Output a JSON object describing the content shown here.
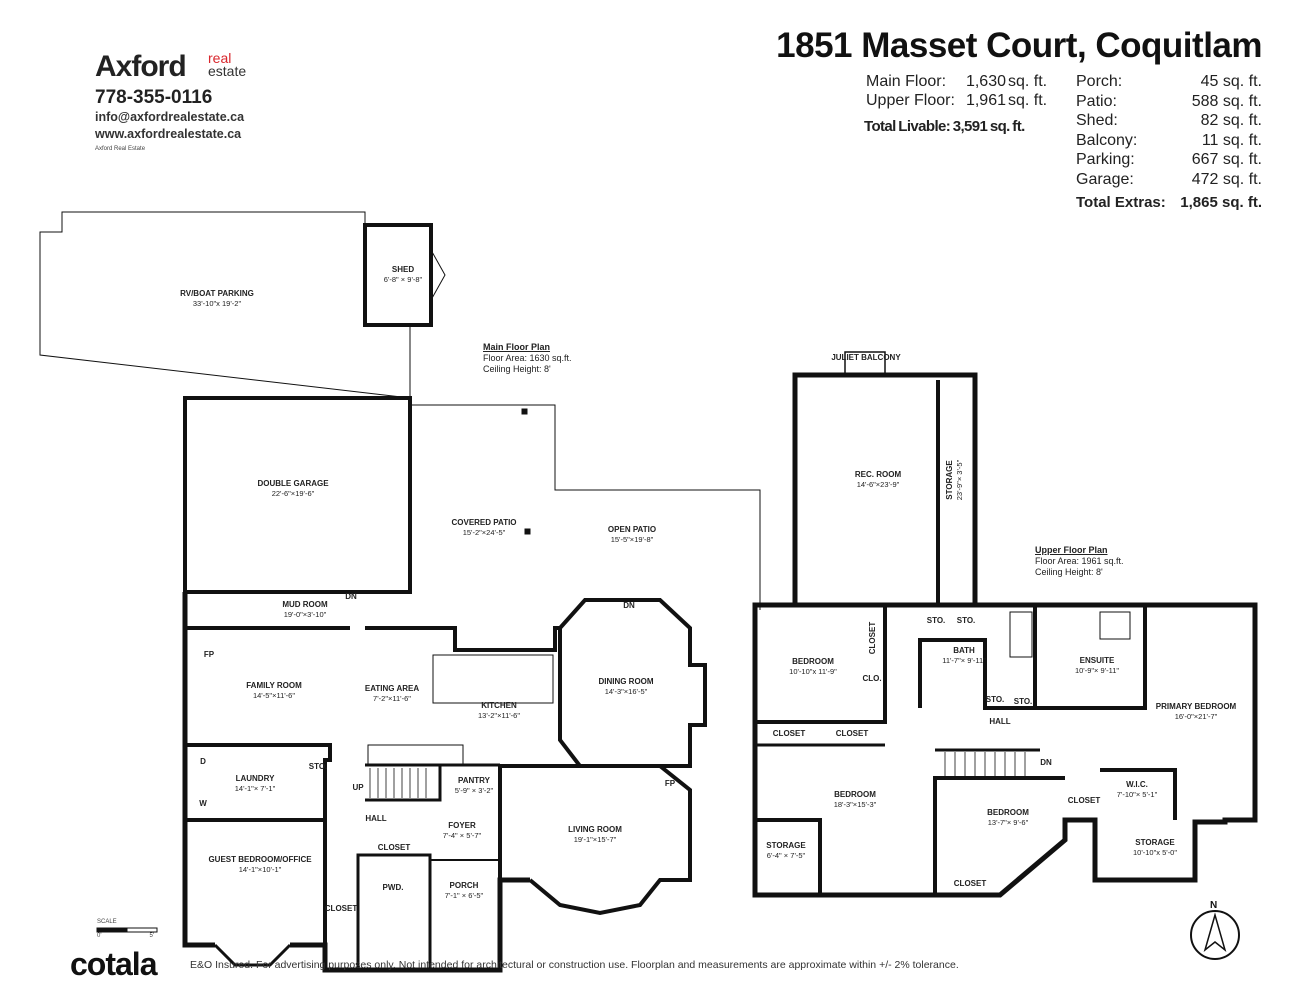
{
  "agency": {
    "logo_text": "Axford",
    "logo_sub_1": "real",
    "logo_sub_2": "estate",
    "phone": "778-355-0116",
    "email": "info@axfordrealestate.ca",
    "website": "www.axfordrealestate.ca",
    "brokerage": "Axford Real Estate",
    "brand_color": "#d9262c"
  },
  "property": {
    "address": "1851 Masset Court, Coquitlam",
    "livable": [
      {
        "label": "Main Floor:",
        "value": "1,630",
        "unit": "sq. ft."
      },
      {
        "label": "Upper Floor:",
        "value": "1,961",
        "unit": "sq. ft."
      }
    ],
    "total_livable": {
      "label": "Total Livable:",
      "value": "3,591 sq. ft."
    },
    "extras": [
      {
        "label": "Porch:",
        "value": "45 sq. ft."
      },
      {
        "label": "Patio:",
        "value": "588 sq. ft."
      },
      {
        "label": "Shed:",
        "value": "82 sq. ft."
      },
      {
        "label": "Balcony:",
        "value": "11 sq. ft."
      },
      {
        "label": "Parking:",
        "value": "667 sq. ft."
      },
      {
        "label": "Garage:",
        "value": "472 sq. ft."
      }
    ],
    "total_extras": {
      "label": "Total Extras:",
      "value": "1,865 sq. ft."
    }
  },
  "main_floor": {
    "title": "Main Floor Plan",
    "area": "Floor Area: 1630 sq.ft.",
    "ceiling": "Ceiling Height: 8'",
    "rooms": [
      {
        "name": "RV/BOAT PARKING",
        "dims": "33'-10\"x 19'-2\""
      },
      {
        "name": "SHED",
        "dims": "6'-8\" × 9'-8\""
      },
      {
        "name": "DOUBLE GARAGE",
        "dims": "22'-6\"×19'-6\""
      },
      {
        "name": "COVERED PATIO",
        "dims": "15'-2\"×24'-5\""
      },
      {
        "name": "OPEN PATIO",
        "dims": "15'-5\"×19'-8\""
      },
      {
        "name": "MUD ROOM",
        "dims": "19'-0\"×3'-10\""
      },
      {
        "name": "FAMILY ROOM",
        "dims": "14'-5\"×11'-6\""
      },
      {
        "name": "EATING AREA",
        "dims": "7'-2\"×11'-6\""
      },
      {
        "name": "KITCHEN",
        "dims": "13'-2\"×11'-6\""
      },
      {
        "name": "DINING ROOM",
        "dims": "14'-3\"×16'-5\""
      },
      {
        "name": "LAUNDRY",
        "dims": "14'-1\"× 7'-1\""
      },
      {
        "name": "STO.",
        "dims": ""
      },
      {
        "name": "PANTRY",
        "dims": "5'-9\" × 3'-2\""
      },
      {
        "name": "HALL",
        "dims": ""
      },
      {
        "name": "FOYER",
        "dims": "7'-4\" × 5'-7\""
      },
      {
        "name": "CLOSET",
        "dims": ""
      },
      {
        "name": "LIVING ROOM",
        "dims": "19'-1\"×15'-7\""
      },
      {
        "name": "GUEST BEDROOM/OFFICE",
        "dims": "14'-1\"×10'-1\""
      },
      {
        "name": "PWD.",
        "dims": ""
      },
      {
        "name": "PORCH",
        "dims": "7'-1\" × 6'-5\""
      },
      {
        "name": "CLOSET",
        "dims": ""
      },
      {
        "name": "FP",
        "dims": ""
      },
      {
        "name": "FP",
        "dims": ""
      },
      {
        "name": "DN",
        "dims": ""
      },
      {
        "name": "DN",
        "dims": ""
      },
      {
        "name": "UP",
        "dims": ""
      },
      {
        "name": "D",
        "dims": ""
      },
      {
        "name": "W",
        "dims": ""
      }
    ]
  },
  "upper_floor": {
    "title": "Upper Floor Plan",
    "area": "Floor Area: 1961 sq.ft.",
    "ceiling": "Ceiling Height: 8'",
    "rooms": [
      {
        "name": "REC. ROOM",
        "dims": "14'-6\"×23'-9\""
      },
      {
        "name": "STORAGE",
        "dims": "23'-9\"× 3'-5\""
      },
      {
        "name": "JULIET BALCONY",
        "dims": ""
      },
      {
        "name": "BEDROOM",
        "dims": "10'-10\"x 11'-9\""
      },
      {
        "name": "CLOSET",
        "dims": ""
      },
      {
        "name": "CLO.",
        "dims": ""
      },
      {
        "name": "STO.",
        "dims": ""
      },
      {
        "name": "STO.",
        "dims": ""
      },
      {
        "name": "BATH",
        "dims": "11'-7\"× 9'-11\""
      },
      {
        "name": "ENSUITE",
        "dims": "10'-9\"× 9'-11\""
      },
      {
        "name": "PRIMARY BEDROOM",
        "dims": "16'-0\"×21'-7\""
      },
      {
        "name": "STO.",
        "dims": ""
      },
      {
        "name": "STO.",
        "dims": ""
      },
      {
        "name": "HALL",
        "dims": ""
      },
      {
        "name": "CLOSET",
        "dims": ""
      },
      {
        "name": "CLOSET",
        "dims": ""
      },
      {
        "name": "BEDROOM",
        "dims": "18'-3\"×15'-3\""
      },
      {
        "name": "BEDROOM",
        "dims": "13'-7\"× 9'-6\""
      },
      {
        "name": "CLOSET",
        "dims": ""
      },
      {
        "name": "W.I.C.",
        "dims": "7'-10\"× 5'-1\""
      },
      {
        "name": "STORAGE",
        "dims": "10'-10\"x 5'-0\""
      },
      {
        "name": "STORAGE",
        "dims": "6'-4\" × 7'-5\""
      },
      {
        "name": "CLOSET",
        "dims": ""
      },
      {
        "name": "DN",
        "dims": ""
      }
    ]
  },
  "footer": {
    "scale_label": "SCALE",
    "scale_0": "0'",
    "scale_5": "5'",
    "brand": "cotala",
    "disclaimer": "E&O Insured. For advertising purposes only. Not intended for architectural or construction use. Floorplan and measurements are approximate within +/- 2% tolerance.",
    "north": "N"
  }
}
